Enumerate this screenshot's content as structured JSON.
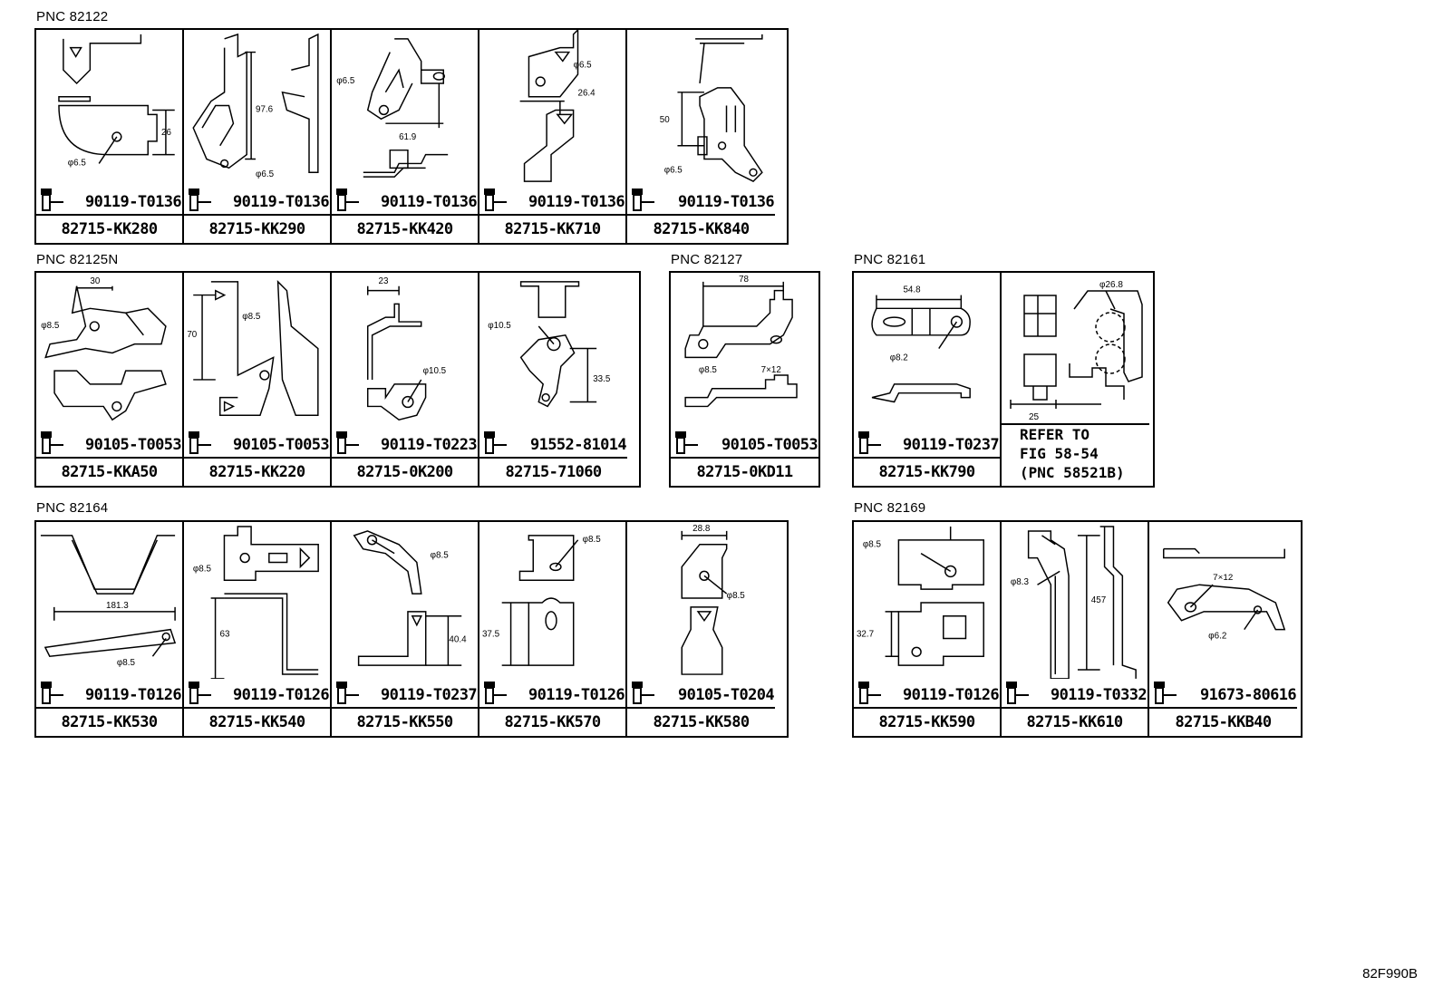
{
  "groups": [
    {
      "label": "PNC 82122",
      "cells": [
        {
          "bolt": "90119-T0136",
          "part": "82715-KK280",
          "dims": [
            "26",
            "φ6.5"
          ]
        },
        {
          "bolt": "90119-T0136",
          "part": "82715-KK290",
          "dims": [
            "97.6",
            "φ6.5"
          ]
        },
        {
          "bolt": "90119-T0136",
          "part": "82715-KK420",
          "dims": [
            "φ6.5",
            "61.9"
          ]
        },
        {
          "bolt": "90119-T0136",
          "part": "82715-KK710",
          "dims": [
            "φ6.5",
            "26.4"
          ]
        },
        {
          "bolt": "90119-T0136",
          "part": "82715-KK840",
          "dims": [
            "50",
            "φ6.5"
          ]
        }
      ]
    },
    {
      "label": "PNC 82125N",
      "cells": [
        {
          "bolt": "90105-T0053",
          "part": "82715-KKA50",
          "dims": [
            "30",
            "φ8.5"
          ]
        },
        {
          "bolt": "90105-T0053",
          "part": "82715-KK220",
          "dims": [
            "70",
            "φ8.5"
          ]
        },
        {
          "bolt": "90119-T0223",
          "part": "82715-0K200",
          "dims": [
            "23",
            "φ10.5"
          ]
        },
        {
          "bolt": "91552-81014",
          "part": "82715-71060",
          "dims": [
            "φ10.5",
            "33.5"
          ]
        }
      ]
    },
    {
      "label": "PNC 82127",
      "cells": [
        {
          "bolt": "90105-T0053",
          "part": "82715-0KD11",
          "dims": [
            "78",
            "φ8.5",
            "7×12"
          ]
        }
      ]
    },
    {
      "label": "PNC 82161",
      "cells": [
        {
          "bolt": "90119-T0237",
          "part": "82715-KK790",
          "dims": [
            "54.8",
            "φ8.2"
          ]
        }
      ],
      "refer": {
        "dims": [
          "φ26.8",
          "25"
        ],
        "lines": [
          "REFER TO",
          "FIG 58-54",
          "(PNC 58521B)"
        ]
      }
    },
    {
      "label": "PNC 82164",
      "cells": [
        {
          "bolt": "90119-T0126",
          "part": "82715-KK530",
          "dims": [
            "181.3",
            "φ8.5"
          ]
        },
        {
          "bolt": "90119-T0126",
          "part": "82715-KK540",
          "dims": [
            "φ8.5",
            "63"
          ]
        },
        {
          "bolt": "90119-T0237",
          "part": "82715-KK550",
          "dims": [
            "φ8.5",
            "40.4"
          ]
        },
        {
          "bolt": "90119-T0126",
          "part": "82715-KK570",
          "dims": [
            "φ8.5",
            "37.5"
          ]
        },
        {
          "bolt": "90105-T0204",
          "part": "82715-KK580",
          "dims": [
            "28.8",
            "φ8.5"
          ]
        }
      ]
    },
    {
      "label": "PNC 82169",
      "cells": [
        {
          "bolt": "90119-T0126",
          "part": "82715-KK590",
          "dims": [
            "φ8.5",
            "32.7"
          ]
        },
        {
          "bolt": "90119-T0332",
          "part": "82715-KK610",
          "dims": [
            "φ8.3",
            "457"
          ]
        },
        {
          "bolt": "91673-80616",
          "part": "82715-KKB40",
          "dims": [
            "7×12",
            "φ6.2"
          ]
        }
      ]
    }
  ],
  "figure_code": "82F990B"
}
